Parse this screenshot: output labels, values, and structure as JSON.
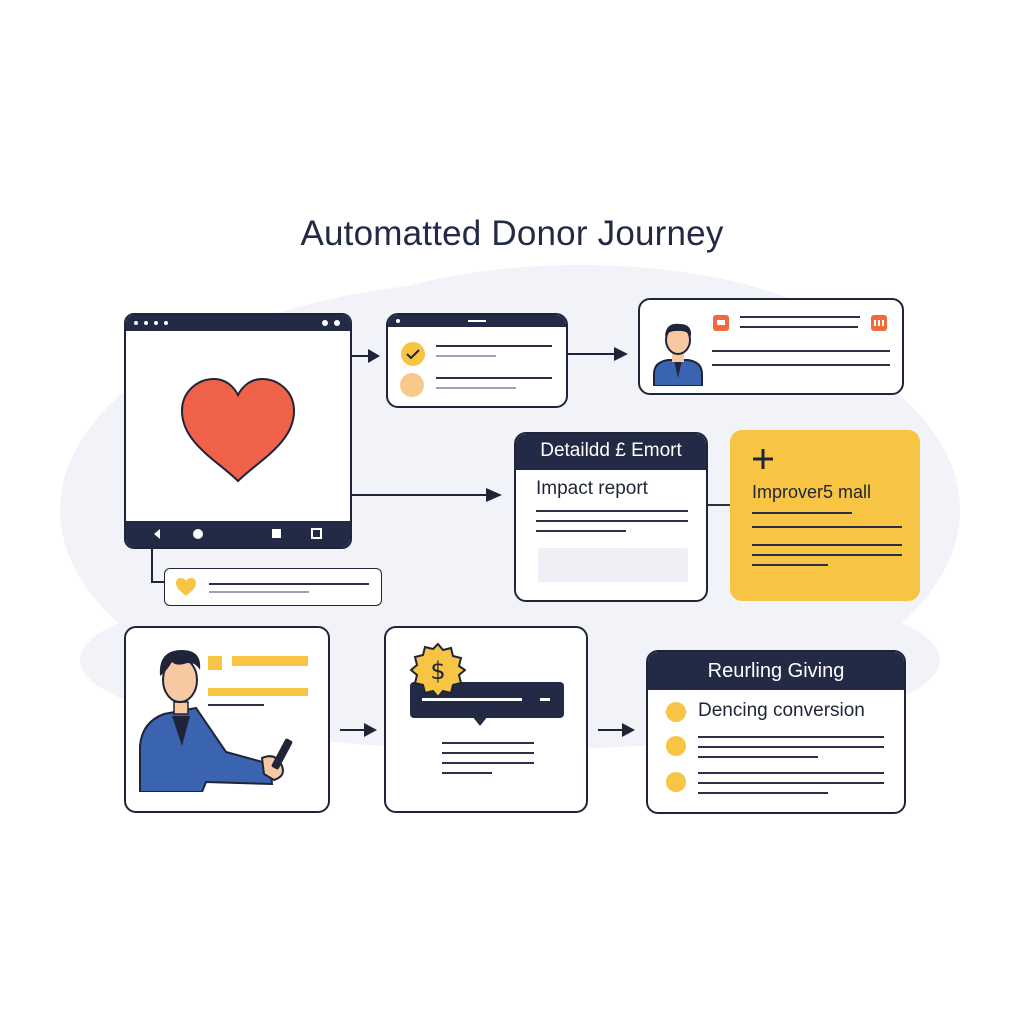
{
  "diagram": {
    "title": "Automatted Donor Journey",
    "nodes": {
      "app_screen": {
        "icon": "heart-icon"
      },
      "checklist": {
        "icons": [
          "check-circle-icon",
          "circle-icon"
        ]
      },
      "contact": {
        "icons": [
          "person-avatar-icon",
          "calendar-icon",
          "calendar-icon"
        ]
      },
      "notification": {
        "icon": "heart-icon"
      },
      "report": {
        "header": "Detaildd £ Emort",
        "subtitle": "Impact report"
      },
      "improve": {
        "label": "Improver5 mall",
        "icon": "plus-icon"
      },
      "donor_person": {
        "icon": "businessman-with-phone-icon"
      },
      "payment": {
        "icon": "dollar-badge-icon"
      },
      "recurring": {
        "header": "Reurling Giving",
        "subtitle": "Dencing conversion",
        "icons": [
          "coin-icon",
          "coin-icon",
          "coin-icon"
        ]
      }
    },
    "colors": {
      "dark": "#232a45",
      "accent_yellow": "#f7c443",
      "heart_red": "#f0614a",
      "orange": "#f06a3c",
      "background": "#f1f3f8"
    }
  }
}
